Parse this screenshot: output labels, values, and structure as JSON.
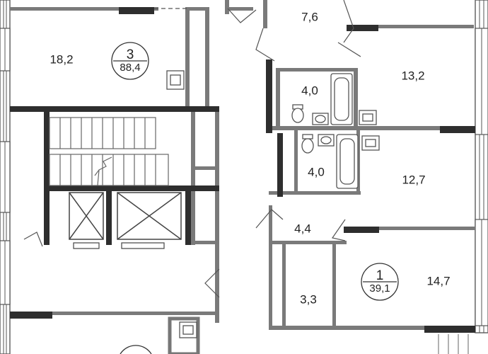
{
  "apartments": [
    {
      "number": "3",
      "total_area": "88,4"
    },
    {
      "number": "1",
      "total_area": "39,1"
    }
  ],
  "rooms": [
    {
      "id": "room-18-2",
      "area": "18,2"
    },
    {
      "id": "room-7-6",
      "area": "7,6"
    },
    {
      "id": "room-13-2",
      "area": "13,2"
    },
    {
      "id": "room-4-0-upper",
      "area": "4,0"
    },
    {
      "id": "room-4-0-lower",
      "area": "4,0"
    },
    {
      "id": "room-12-7",
      "area": "12,7"
    },
    {
      "id": "room-4-4",
      "area": "4,4"
    },
    {
      "id": "room-14-7",
      "area": "14,7"
    },
    {
      "id": "room-3-3",
      "area": "3,3"
    }
  ]
}
